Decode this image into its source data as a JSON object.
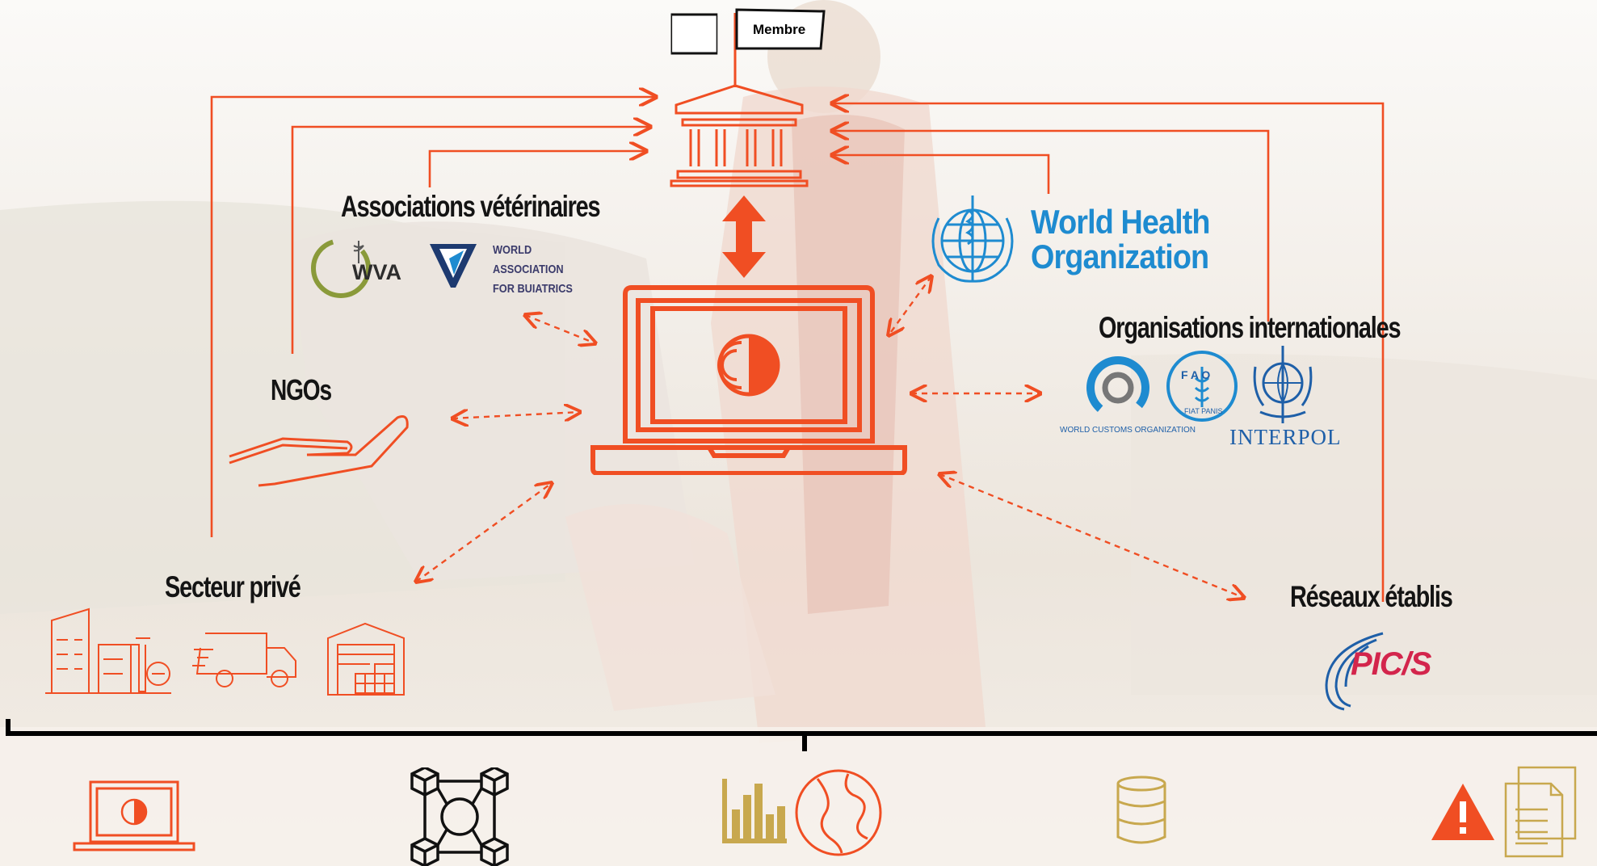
{
  "diagram": {
    "center_flag_label": "Membre",
    "groups": {
      "vet_associations": "Associations vétérinaires",
      "ngos": "NGOs",
      "private_sector": "Secteur privé",
      "international_orgs": "Organisations internationales",
      "established_networks": "Réseaux établis"
    },
    "logos": {
      "wva": "WVA",
      "wab_line1": "WORLD",
      "wab_line2": "ASSOCIATION",
      "wab_line3": "FOR BUIATRICS",
      "who_line1": "World Health",
      "who_line2": "Organization",
      "wco": "WORLD CUSTOMS ORGANIZATION",
      "fao_top": "F A O",
      "fao_bottom": "FIAT PANIS",
      "interpol": "INTERPOL",
      "pics": "PIC/S"
    }
  },
  "colors": {
    "accent": "#f04e23",
    "gold": "#c8a84e",
    "who_blue": "#1e8bd0",
    "text": "#141414"
  },
  "icons": {
    "bottom_row": [
      "laptop-icon",
      "network-icon",
      "bar-chart-icon",
      "globe-icon",
      "database-icon",
      "warning-icon",
      "documents-icon"
    ]
  }
}
